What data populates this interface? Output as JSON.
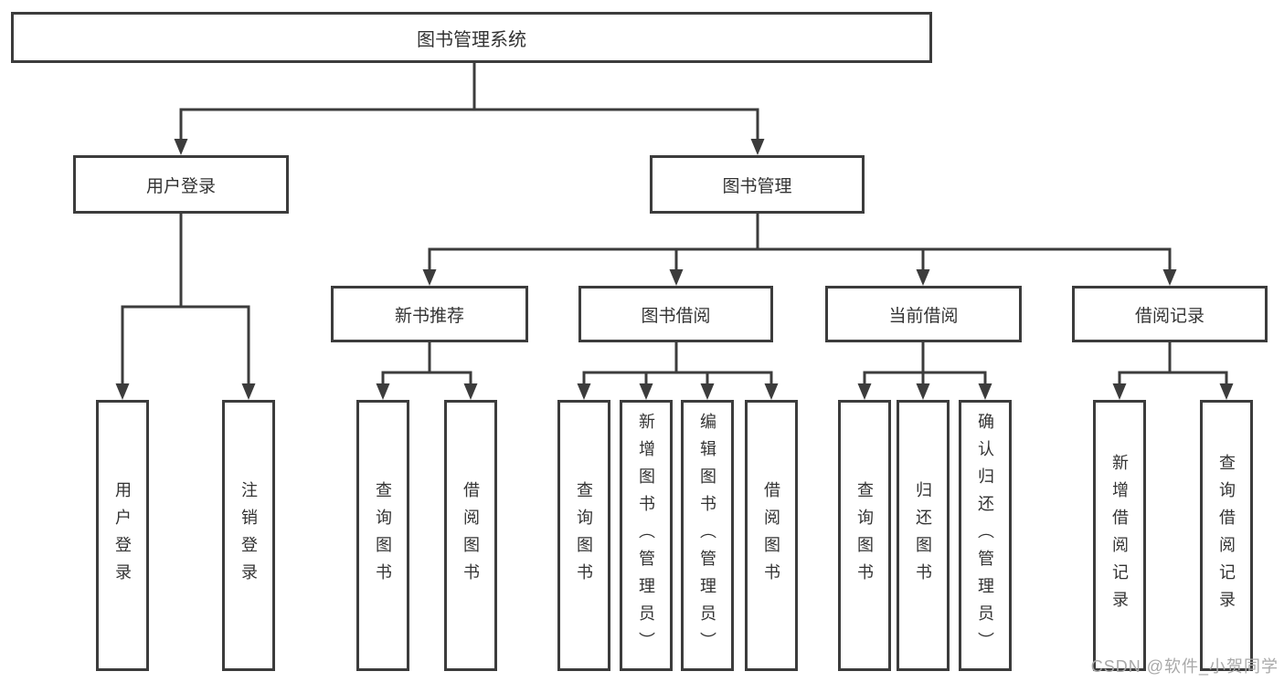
{
  "tree": {
    "root": {
      "label": "图书管理系统"
    },
    "user_login": {
      "label": "用户登录",
      "leaves": [
        {
          "label": "用户登录"
        },
        {
          "label": "注销登录"
        }
      ]
    },
    "book_mgmt": {
      "label": "图书管理",
      "sections": [
        {
          "label": "新书推荐",
          "leaves": [
            {
              "label": "查询图书"
            },
            {
              "label": "借阅图书"
            }
          ]
        },
        {
          "label": "图书借阅",
          "leaves": [
            {
              "label": "查询图书"
            },
            {
              "label": "新增图书（管理员）"
            },
            {
              "label": "编辑图书（管理员）"
            },
            {
              "label": "借阅图书"
            }
          ]
        },
        {
          "label": "当前借阅",
          "leaves": [
            {
              "label": "查询图书"
            },
            {
              "label": "归还图书"
            },
            {
              "label": "确认归还（管理员）"
            }
          ]
        },
        {
          "label": "借阅记录",
          "leaves": [
            {
              "label": "新增借阅记录"
            },
            {
              "label": "查询借阅记录"
            }
          ]
        }
      ]
    }
  },
  "watermark": {
    "text": "CSDN @软件_小贺同学"
  },
  "colors": {
    "line": "#3c3c3c",
    "text": "#333333",
    "watermark": "#a9a9a9",
    "bg": "#ffffff"
  }
}
